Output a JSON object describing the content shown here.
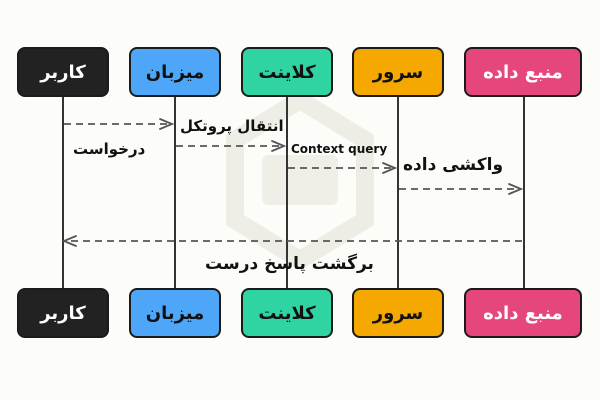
{
  "actors": [
    {
      "name": "کاربر",
      "color": "#222222",
      "text_color": "#ffffff"
    },
    {
      "name": "میزبان",
      "color": "#4da6f7",
      "text_color": "#111111"
    },
    {
      "name": "کلاینت",
      "color": "#2fd4a2",
      "text_color": "#111111"
    },
    {
      "name": "سرور",
      "color": "#f5a800",
      "text_color": "#111111"
    },
    {
      "name": "منبع داده",
      "color": "#e5477c",
      "text_color": "#ffffff"
    }
  ],
  "messages": [
    {
      "from": 0,
      "to": 1,
      "label": "درخواست"
    },
    {
      "from": 1,
      "to": 2,
      "label": "انتقال پروتکل"
    },
    {
      "from": 2,
      "to": 3,
      "label": "Context query"
    },
    {
      "from": 3,
      "to": 4,
      "label": "واکشی داده"
    },
    {
      "from": 4,
      "to": 0,
      "label": "برگشت پاسخ درست"
    }
  ]
}
